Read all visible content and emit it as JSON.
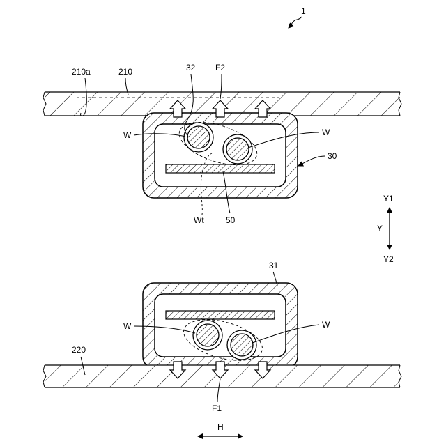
{
  "figure": {
    "device_ref": "1",
    "upper": {
      "plate_label": "210",
      "plate_surface_label": "210a",
      "case_label": "30",
      "slot_label": "32",
      "force_label": "F2",
      "wire_left_label": "W",
      "wire_right_label": "W",
      "wire_group_label": "Wt",
      "strip_label": "50"
    },
    "lower": {
      "case_label": "31",
      "plate_label": "220",
      "force_label": "F1",
      "wire_left_label": "W",
      "wire_right_label": "W"
    },
    "axis_y": {
      "name": "Y",
      "up": "Y1",
      "down": "Y2"
    },
    "axis_h": {
      "name": "H"
    }
  }
}
